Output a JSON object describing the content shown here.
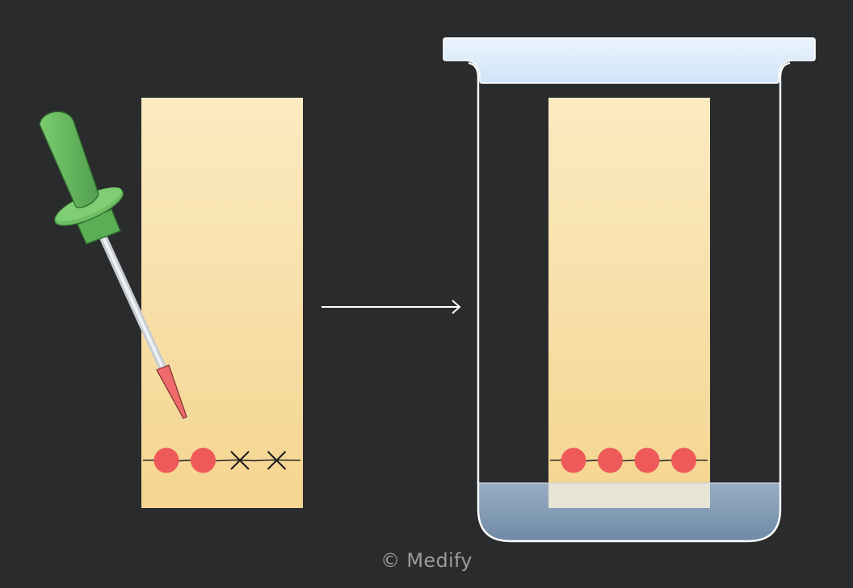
{
  "diagram": {
    "steps": [
      {
        "name": "spotting",
        "spots": [
          "filled",
          "filled",
          "cross",
          "cross"
        ]
      },
      {
        "name": "development",
        "spots": [
          "filled",
          "filled",
          "filled",
          "filled"
        ]
      }
    ]
  },
  "watermark": "© Medify",
  "colors": {
    "background": "#2a2b2d",
    "paper_top": "#fbeac2",
    "paper_bottom": "#f5d58f",
    "spot": "#ee5a5a",
    "cross": "#1a1a1a",
    "pipette_green": "#5cb85c",
    "solvent": "#7e97b0",
    "lid": "#d8ebfb",
    "outline": "#ffffff"
  }
}
